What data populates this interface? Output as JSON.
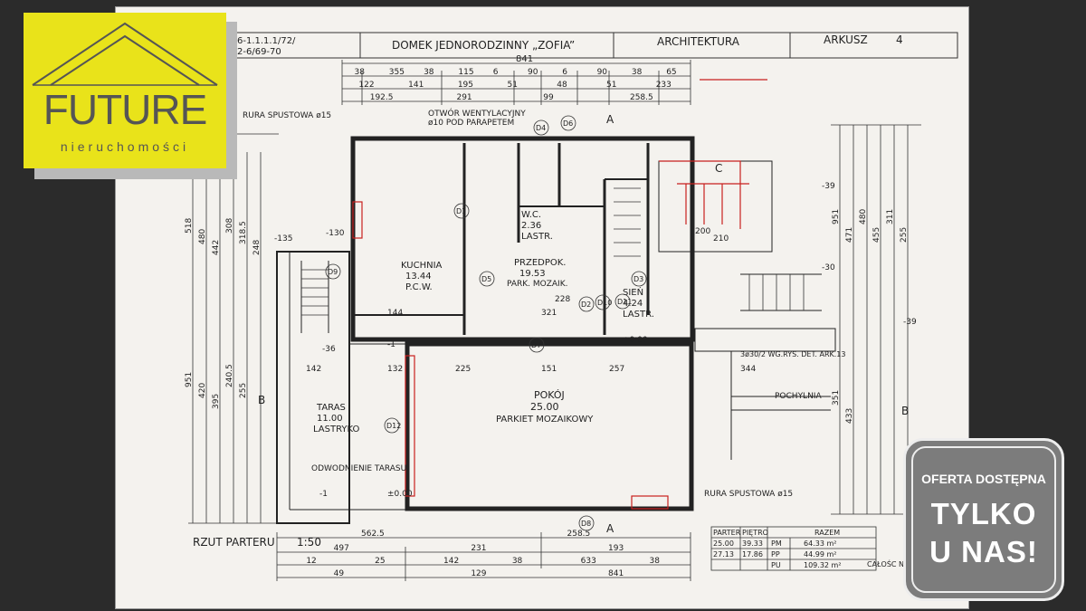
{
  "title_block": {
    "code_left": "6-1.1.1.1/72/",
    "code_left2": "2-6/69-70",
    "house": "DOMEK JEDNORODZINNY „ZOFIA”",
    "discipline": "ARCHITEKTURA",
    "sheet_label": "ARKUSZ",
    "sheet_no": "4"
  },
  "drawing": {
    "title": "RZUT PARTERU",
    "scale": "1:50",
    "total_width": "841",
    "notes": {
      "downpipe_top": "RURA SPUSTOWA ø15",
      "vent_opening_1": "OTWÓR WENTYLACYJNY",
      "vent_opening_2": "ø10 POD PARAPETEM",
      "downpipe_bottom": "RURA SPUSTOWA ø15",
      "terrace_drain": "ODWODNIENIE TARASU",
      "slope": "POCHYLNIA",
      "stair_detail": "3ø30/2 WG.RYS. DET. ARK.13",
      "total": "CAŁOŚC N"
    },
    "rooms": [
      {
        "name": "KUCHNIA",
        "area": "13.44",
        "floor": "P.C.W."
      },
      {
        "name": "PRZEDPOK.",
        "area": "19.53",
        "floor": "PARK. MOZAIK."
      },
      {
        "name": "W.C.",
        "area": "2.36",
        "floor": "LASTR."
      },
      {
        "name": "SIEŃ",
        "area": "4.24",
        "floor": "LASTR."
      },
      {
        "name": "POKÓJ",
        "area": "25.00",
        "floor": "PARKIET MOZAIKOWY"
      },
      {
        "name": "TARAS",
        "area": "11.00",
        "floor": "LASTRYKO"
      }
    ],
    "levels": [
      "±0.00",
      "±0.00",
      "-1",
      "-1",
      "-36",
      "-130",
      "-135",
      "-39",
      "-30",
      "-39"
    ],
    "top_dims_row1": [
      "38",
      "355",
      "38",
      "115",
      "6",
      "90",
      "6",
      "90",
      "38",
      "65"
    ],
    "top_dims_row2": [
      "122",
      "141",
      "195",
      "51",
      "48",
      "51",
      "233"
    ],
    "top_dims_row3": [
      "192.5",
      "291",
      "99",
      "258.5"
    ],
    "bottom_dims_row1": [
      "562.5",
      "258.5"
    ],
    "bottom_dims_row2": [
      "497",
      "231",
      "193"
    ],
    "bottom_dims_row3": [
      "12",
      "25",
      "142",
      "38",
      "633",
      "38"
    ],
    "bottom_dims_row4": [
      "49",
      "129",
      "841"
    ],
    "left_dims": [
      "518",
      "480",
      "442",
      "308",
      "318.5",
      "248",
      "951",
      "420",
      "395",
      "240.5",
      "255"
    ],
    "right_dims": [
      "951",
      "471",
      "480",
      "455",
      "311",
      "255",
      "351",
      "433"
    ],
    "inner_dims": [
      "225",
      "151",
      "257",
      "344",
      "132",
      "142",
      "228",
      "321",
      "144",
      "200",
      "210"
    ],
    "section_marks": [
      "A",
      "A",
      "B",
      "B",
      "C",
      "C"
    ],
    "door_marks": [
      "D1",
      "D2",
      "D3",
      "D4",
      "D5",
      "D6",
      "D7",
      "D8",
      "D9",
      "D10",
      "D11",
      "D12"
    ]
  },
  "area_table": {
    "headers": [
      "PARTER",
      "PIĘTRO",
      "RAZEM"
    ],
    "rows": [
      [
        "25.00",
        "39.33",
        "PM",
        "64.33 m²"
      ],
      [
        "27.13",
        "17.86",
        "PP",
        "44.99 m²"
      ],
      [
        "",
        "",
        "PU",
        "109.32 m²"
      ]
    ]
  },
  "logo": {
    "word": "FUTURE",
    "sub": "nieruchomości"
  },
  "badge": {
    "line1": "OFERTA DOSTĘPNA",
    "line2": "TYLKO",
    "line3": "U NAS!"
  },
  "colors": {
    "logo_bg": "#e9e31a",
    "badge_bg": "#7c7c7c",
    "annotation_red": "#c8201e",
    "line_ink": "#222222"
  }
}
